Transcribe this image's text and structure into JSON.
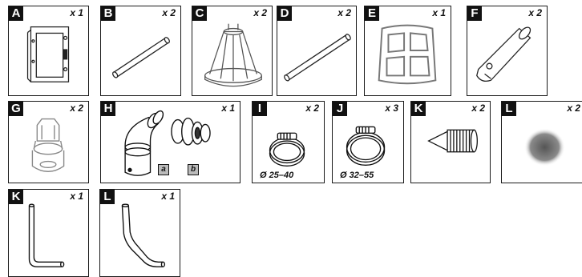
{
  "parts": [
    {
      "letter": "A",
      "qty": "x 1"
    },
    {
      "letter": "B",
      "qty": "x 2"
    },
    {
      "letter": "C",
      "qty": "x 2"
    },
    {
      "letter": "D",
      "qty": "x 2"
    },
    {
      "letter": "E",
      "qty": "x 1"
    },
    {
      "letter": "F",
      "qty": "x 2"
    },
    {
      "letter": "G",
      "qty": "x 2"
    },
    {
      "letter": "H",
      "qty": "x 1",
      "sub_a": "a",
      "sub_b": "b"
    },
    {
      "letter": "I",
      "qty": "x 2",
      "diameter": "Ø 25–40"
    },
    {
      "letter": "J",
      "qty": "x 3",
      "diameter": "Ø 32–55"
    },
    {
      "letter": "K",
      "qty": "x 2"
    },
    {
      "letter": "L",
      "qty": "x 2"
    },
    {
      "letter": "K",
      "qty": "x 1"
    },
    {
      "letter": "L",
      "qty": "x 1"
    }
  ]
}
